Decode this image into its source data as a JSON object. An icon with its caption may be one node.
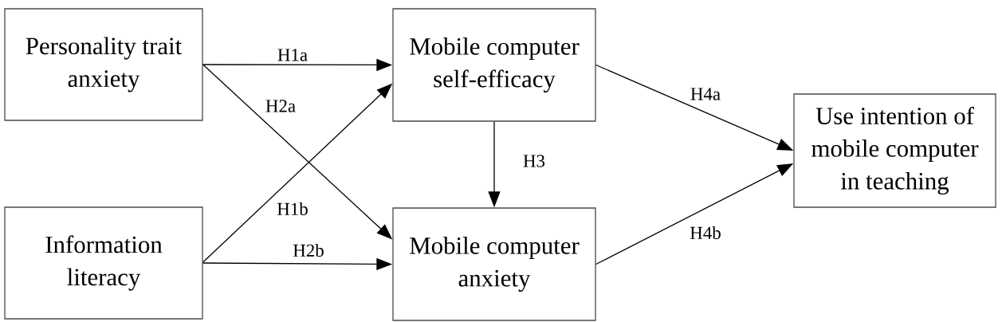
{
  "diagram": {
    "nodes": [
      {
        "text": [
          "Personality trait anxiety"
        ]
      },
      {
        "text": [
          "Information literacy"
        ]
      },
      {
        "text": [
          "Mobile computer self-efficacy"
        ]
      },
      {
        "text": [
          "Mobile computer anxiety"
        ]
      },
      {
        "text": [
          "Use intention of mobile computer in teaching"
        ]
      }
    ],
    "edges": [
      {
        "from": 0,
        "to": 2,
        "arrow": "to",
        "label": "H1a"
      },
      {
        "from": 0,
        "to": 3,
        "arrow": "to",
        "label": "H2a"
      },
      {
        "from": 1,
        "to": 2,
        "arrow": "to",
        "label": "H1b"
      },
      {
        "from": 1,
        "to": 3,
        "arrow": "to",
        "label": "H2b"
      },
      {
        "from": 2,
        "to": 3,
        "arrow": "to",
        "label": "H3"
      },
      {
        "from": 2,
        "to": 4,
        "arrow": "to",
        "label": "H4a"
      },
      {
        "from": 3,
        "to": 4,
        "arrow": "to",
        "label": "H4b"
      }
    ]
  }
}
